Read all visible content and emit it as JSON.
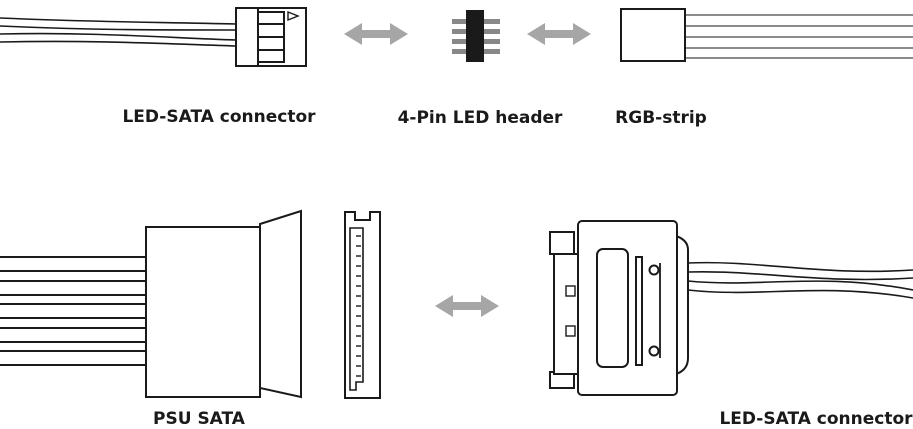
{
  "labels": {
    "led_sata_top": "LED-SATA connector",
    "pin_header": "4-Pin LED header",
    "rgb_strip": "RGB-strip",
    "psu_sata": "PSU SATA",
    "led_sata_bottom": "LED-SATA connector"
  },
  "colors": {
    "line": "#1a1a1a",
    "arrow": "#a6a6a6",
    "background": "#ffffff"
  }
}
